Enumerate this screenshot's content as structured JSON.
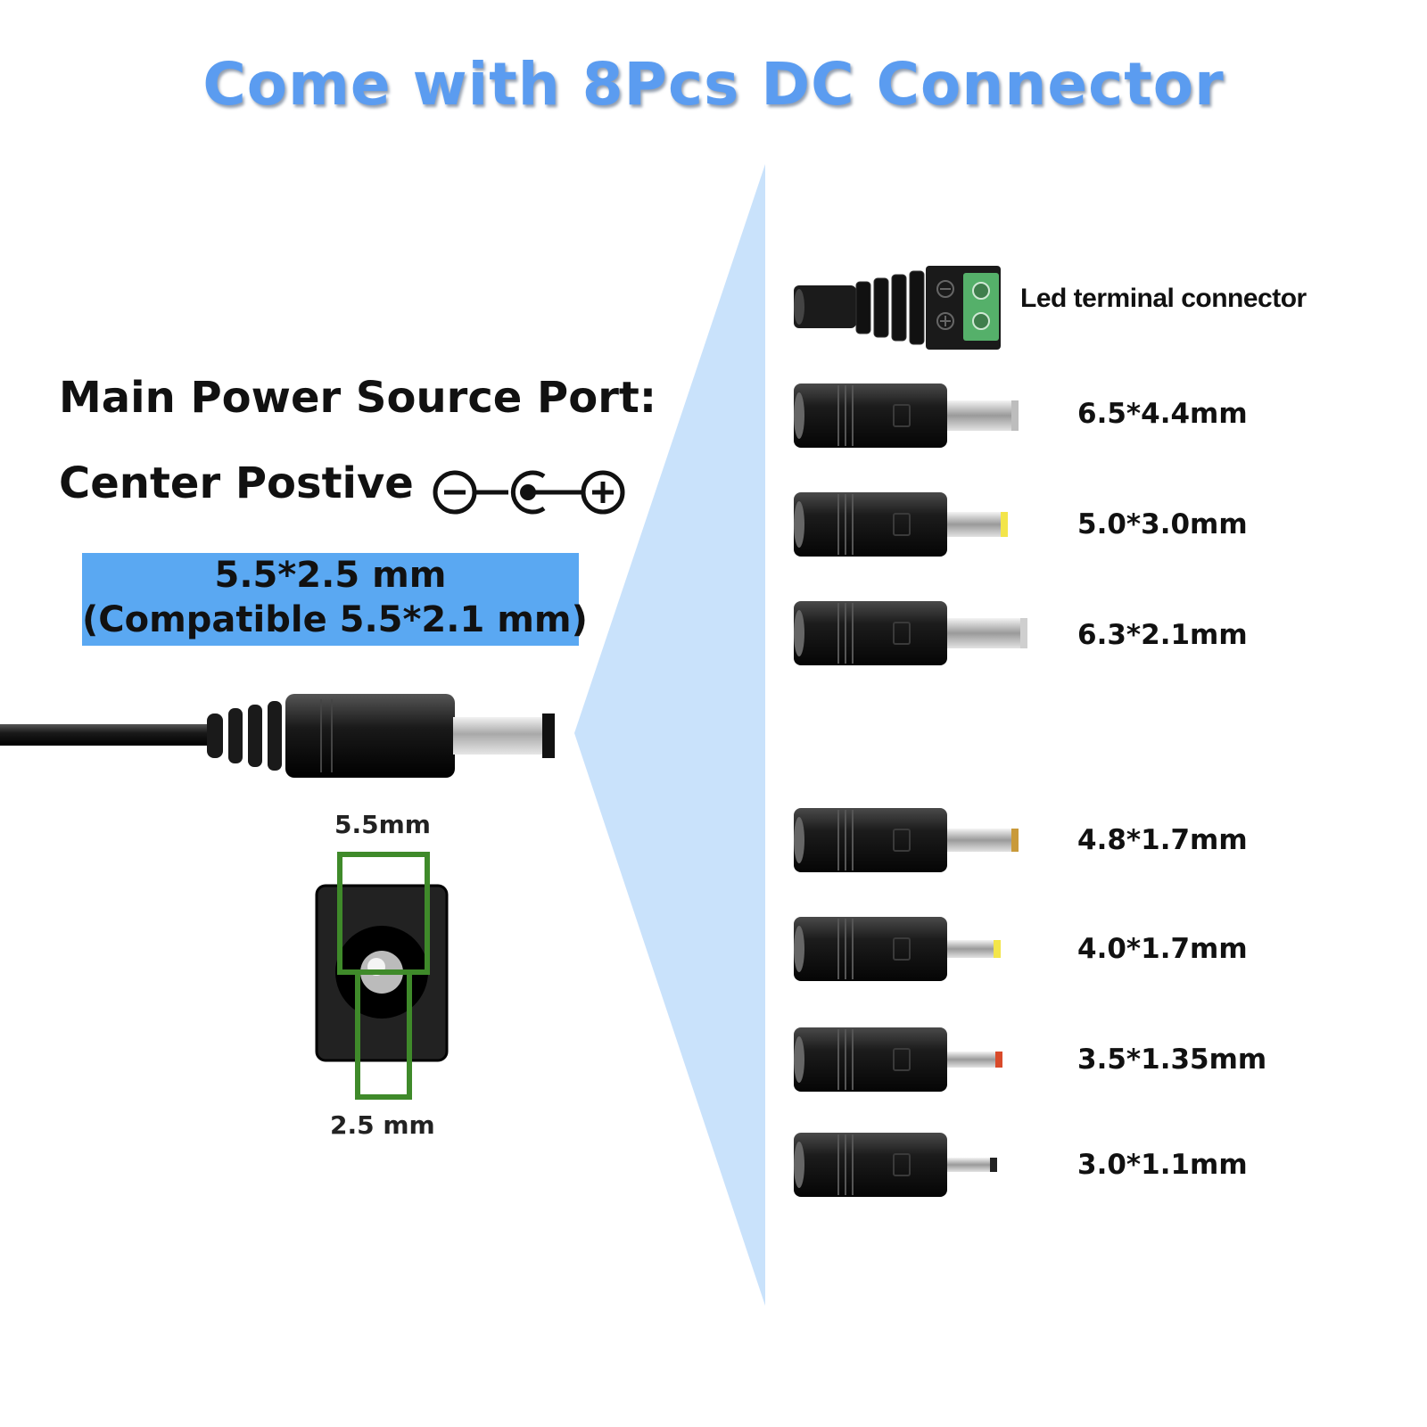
{
  "title": "Come with 8Pcs DC Connector",
  "main_port": {
    "heading": "Main Power Source Port:",
    "polarity_label": "Center Postive",
    "size_line1": "5.5*2.5 mm",
    "size_line2": "(Compatible 5.5*2.1 mm)",
    "outer_diameter_label": "5.5mm",
    "inner_diameter_label": "2.5 mm"
  },
  "connectors": [
    {
      "label": "Led terminal connector",
      "icon": "led-terminal-connector-icon",
      "tip_color": "#55b06a"
    },
    {
      "label": "6.5*4.4mm",
      "icon": "dc-plug-adapter-icon",
      "tip_color": "#bdbdbd"
    },
    {
      "label": "5.0*3.0mm",
      "icon": "dc-plug-adapter-icon",
      "tip_color": "#f3e54a"
    },
    {
      "label": "6.3*2.1mm",
      "icon": "dc-plug-adapter-icon",
      "tip_color": "#cfcfcf"
    },
    {
      "label": "4.8*1.7mm",
      "icon": "dc-plug-adapter-icon",
      "tip_color": "#c99a3a"
    },
    {
      "label": "4.0*1.7mm",
      "icon": "dc-plug-adapter-icon",
      "tip_color": "#f3e54a"
    },
    {
      "label": "3.5*1.35mm",
      "icon": "dc-plug-adapter-icon",
      "tip_color": "#d94a2a"
    },
    {
      "label": "3.0*1.1mm",
      "icon": "dc-plug-adapter-icon",
      "tip_color": "#222222"
    }
  ],
  "colors": {
    "title": "#5b9cf0",
    "funnel": "#c9e2fb",
    "size_box": "#5aa8f2",
    "diameter_guide": "#3f8a2a",
    "terminal_block": "#55b06a"
  }
}
